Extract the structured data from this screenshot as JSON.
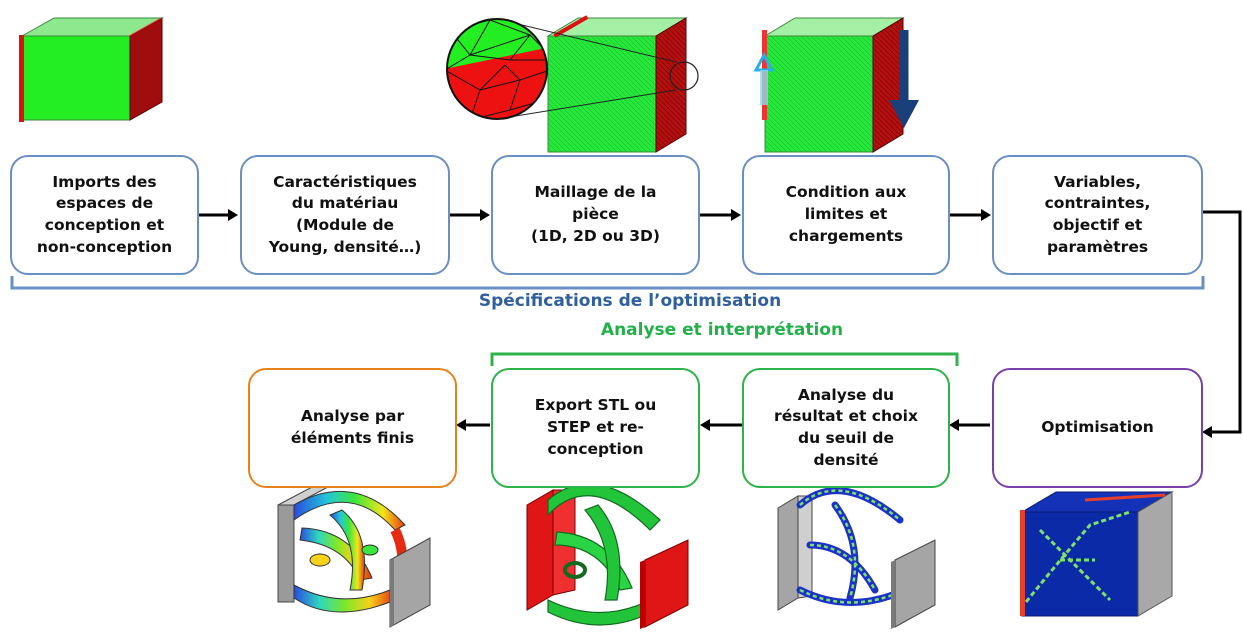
{
  "steps_top": [
    {
      "id": "imports",
      "text": "Imports des\nespaces de\nconception et\nnon-conception"
    },
    {
      "id": "materiau",
      "text": "Caractéristiques\ndu matériau\n(Module de\nYoung, densité…)"
    },
    {
      "id": "maillage",
      "text": "Maillage de la\npièce\n(1D, 2D ou 3D)"
    },
    {
      "id": "conditions",
      "text": "Condition aux\nlimites et\nchargements"
    },
    {
      "id": "variables",
      "text": "Variables,\ncontraintes,\nobjectif et\nparamètres"
    }
  ],
  "steps_bottom": [
    {
      "id": "analyse-ef",
      "text": "Analyse par\néléments finis"
    },
    {
      "id": "export",
      "text": "Export STL ou\nSTEP et re-\nconception"
    },
    {
      "id": "analyse-resultat",
      "text": "Analyse du\nrésultat et choix\ndu seuil de\ndensité"
    },
    {
      "id": "optimisation",
      "text": "Optimisation"
    }
  ],
  "labels": {
    "specifications": "Spécifications de l’optimisation",
    "analyse": "Analyse et interprétation"
  },
  "colors": {
    "blue_border": "#6a8fc2",
    "green_border": "#2db34a",
    "orange_border": "#e8821c",
    "purple_border": "#7a3fa8",
    "spec_label": "#2f5f9e",
    "analyse_label": "#22b04b",
    "cad_green": "#22ee22",
    "cad_red": "#dd1111",
    "topo_blue": "#0a2aa8"
  }
}
